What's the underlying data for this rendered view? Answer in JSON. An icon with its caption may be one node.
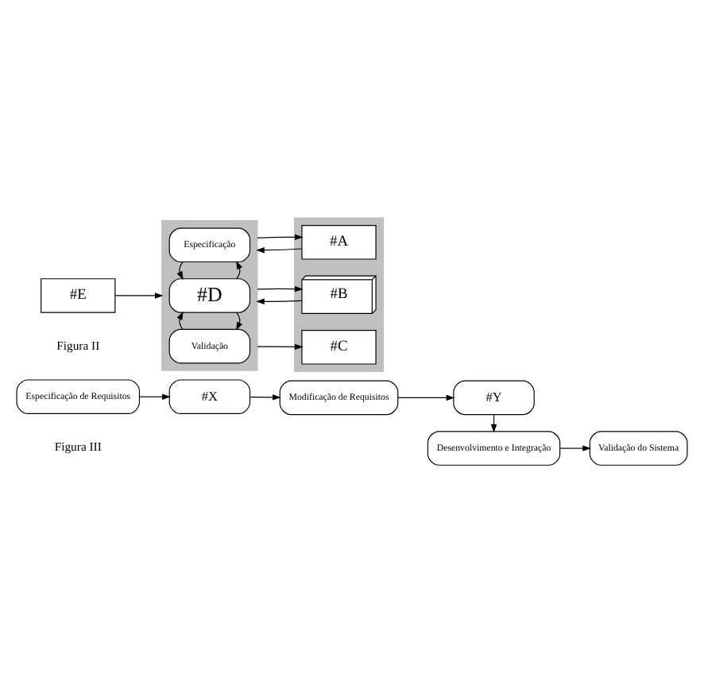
{
  "diagram": {
    "nodes": [
      {
        "text": [
          "#E"
        ]
      },
      {
        "text": [],
        "shape": "box"
      },
      {
        "text": [
          "Especificação"
        ],
        "in": 1
      },
      {
        "text": [
          "#D"
        ],
        "in": 1
      },
      {
        "text": [
          "Validação"
        ],
        "in": 1
      },
      {
        "text": [],
        "shape": "box"
      },
      {
        "text": [
          "#A"
        ],
        "in": 5
      },
      {
        "text": [
          "#B"
        ],
        "in": 5
      },
      {
        "text": [
          "#C"
        ],
        "in": 5
      },
      {
        "text": [
          "Especificação de Requisitos"
        ]
      },
      {
        "text": [
          "#X"
        ]
      },
      {
        "text": [
          "Modificação de Requisitos"
        ]
      },
      {
        "text": [
          "#Y"
        ]
      },
      {
        "text": [
          "Desenvolvimento e Integração"
        ]
      },
      {
        "text": [
          "Validação do Sistema"
        ]
      }
    ],
    "edges": [
      {
        "from": 0,
        "to": 1,
        "arrow": "to"
      },
      {
        "from": 3,
        "to": 2,
        "arrow": "to"
      },
      {
        "from": 2,
        "to": 3,
        "arrow": "to"
      },
      {
        "from": 3,
        "to": 4,
        "arrow": "to"
      },
      {
        "from": 4,
        "to": 3,
        "arrow": "to"
      },
      {
        "from": 1,
        "to": 6,
        "arrow": "to"
      },
      {
        "from": 6,
        "to": 1,
        "arrow": "to"
      },
      {
        "from": 1,
        "to": 7,
        "arrow": "to"
      },
      {
        "from": 7,
        "to": 1,
        "arrow": "to"
      },
      {
        "from": 1,
        "to": 8,
        "arrow": "to"
      },
      {
        "from": 9,
        "to": 10,
        "arrow": "to"
      },
      {
        "from": 10,
        "to": 11,
        "arrow": "to"
      },
      {
        "from": 11,
        "to": 12,
        "arrow": "to"
      },
      {
        "from": 12,
        "to": 13,
        "arrow": "to"
      },
      {
        "from": 13,
        "to": 14,
        "arrow": "to"
      }
    ],
    "labels": [
      "Figura II",
      "Figura III"
    ]
  }
}
